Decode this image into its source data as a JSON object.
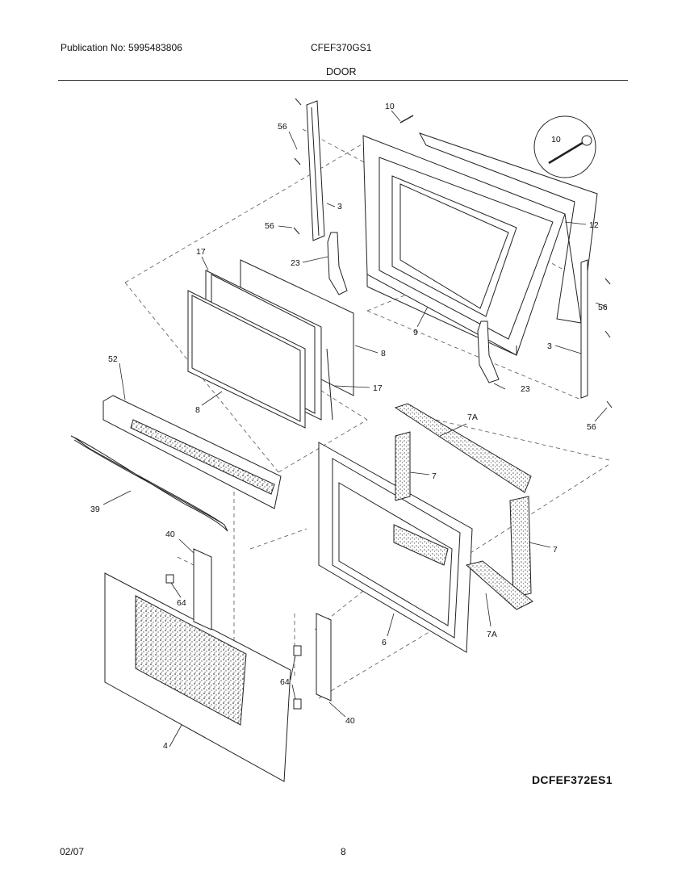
{
  "header": {
    "publication": "Publication No: 5995483806",
    "model": "CFEF370GS1",
    "section": "DOOR"
  },
  "diagram": {
    "drawing_code": "DCFEF372ES1",
    "part_labels": {
      "p10a": "10",
      "p10b": "10",
      "p56a": "56",
      "p56b": "56",
      "p56c": "56",
      "p56d": "56",
      "p3a": "3",
      "p3b": "3",
      "p12": "12",
      "p17a": "17",
      "p17b": "17",
      "p23a": "23",
      "p23b": "23",
      "p8a": "8",
      "p8b": "8",
      "p9": "9",
      "p52": "52",
      "p39": "39",
      "p40a": "40",
      "p40b": "40",
      "p64a": "64",
      "p64b": "64",
      "p4": "4",
      "p6": "6",
      "p7a": "7",
      "p7b": "7",
      "p7Aa": "7A",
      "p7Ab": "7A"
    }
  },
  "footer": {
    "date": "02/07",
    "page": "8"
  }
}
